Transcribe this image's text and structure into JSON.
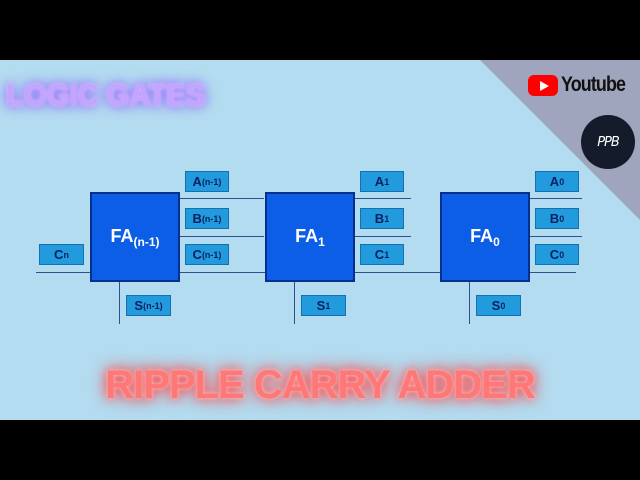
{
  "header": {
    "left_title": "LOGIC GATES",
    "channel_logo": "youtube-logo",
    "channel_text": "Youtube",
    "avatar_text": "PPB"
  },
  "diagram": {
    "blocks": [
      {
        "base": "FA",
        "sub": "(n-1)"
      },
      {
        "base": "FA",
        "sub": "1"
      },
      {
        "base": "FA",
        "sub": "0"
      }
    ],
    "inputs": [
      {
        "a": {
          "base": "A",
          "sub": "(n-1)"
        },
        "b": {
          "base": "B",
          "sub": "(n-1)"
        },
        "c": {
          "base": "C",
          "sub": "(n-1)"
        }
      },
      {
        "a": {
          "base": "A",
          "sub": "1"
        },
        "b": {
          "base": "B",
          "sub": "1"
        },
        "c": {
          "base": "C",
          "sub": "1"
        }
      },
      {
        "a": {
          "base": "A",
          "sub": "0"
        },
        "b": {
          "base": "B",
          "sub": "0"
        },
        "c": {
          "base": "C",
          "sub": "0"
        }
      }
    ],
    "sums": [
      {
        "base": "S",
        "sub": "(n-1)"
      },
      {
        "base": "S",
        "sub": "1"
      },
      {
        "base": "S",
        "sub": "0"
      }
    ],
    "carry_out": {
      "base": "C",
      "sub": "n"
    }
  },
  "footer": {
    "title": "RIPPLE CARRY ADDER"
  },
  "colors": {
    "background": "#b3dcf0",
    "block": "#0d5ee6",
    "label": "#229bde",
    "corner": "#9ea5bc"
  }
}
